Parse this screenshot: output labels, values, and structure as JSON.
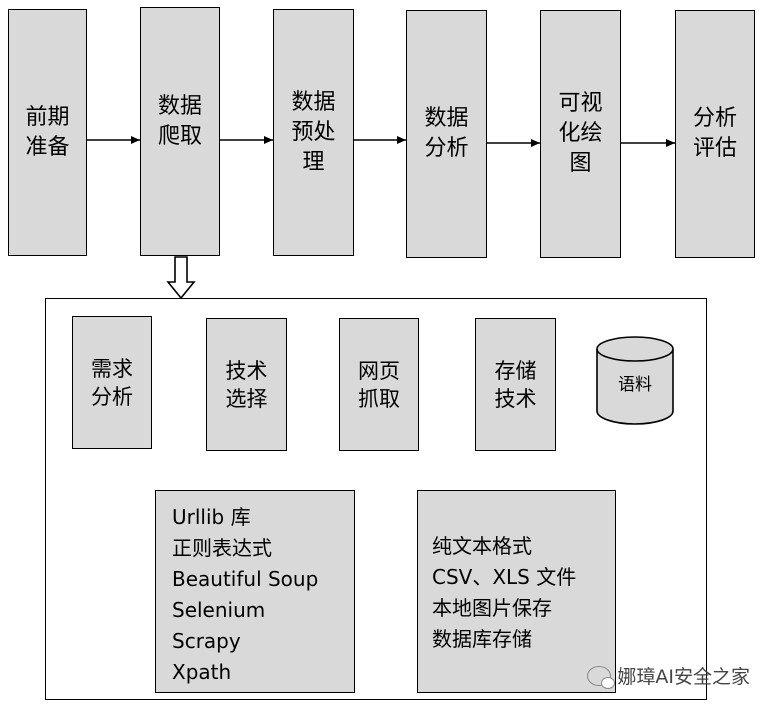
{
  "top_steps": [
    {
      "id": "prep",
      "label": "前期\n准备"
    },
    {
      "id": "crawl",
      "label": "数据\n爬取"
    },
    {
      "id": "preprocess",
      "label": "数据\n预处\n理"
    },
    {
      "id": "analysis",
      "label": "数据\n分析"
    },
    {
      "id": "visualize",
      "label": "可视\n化绘\n图"
    },
    {
      "id": "evaluate",
      "label": "分析\n评估"
    }
  ],
  "crawl_steps": [
    {
      "id": "requirements",
      "label": "需求\n分析"
    },
    {
      "id": "tech-select",
      "label": "技术\n选择"
    },
    {
      "id": "page-fetch",
      "label": "网页\n抓取"
    },
    {
      "id": "storage-tech",
      "label": "存储\n技术"
    }
  ],
  "corpus": {
    "label": "语料"
  },
  "tech_list": [
    "Urllib 库",
    "正则表达式",
    "Beautiful Soup",
    "Selenium",
    "Scrapy",
    "Xpath"
  ],
  "storage_list": [
    "纯文本格式",
    "CSV、XLS 文件",
    "本地图片保存",
    "数据库存储"
  ],
  "watermark": {
    "text": "娜璋AI安全之家"
  }
}
